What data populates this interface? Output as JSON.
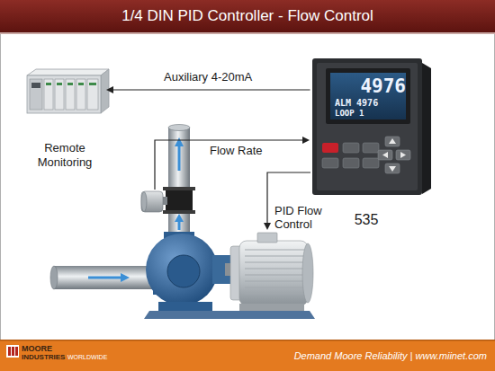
{
  "diagram": {
    "title": "1/4 DIN PID Controller - Flow Control",
    "nodes": [
      {
        "text": [
          "Remote Monitoring"
        ]
      },
      {
        "text": [
          "535"
        ]
      }
    ],
    "edges": [
      {
        "from": 1,
        "to": 0,
        "arrow": "to",
        "label": "Auxiliary 4-20mA"
      }
    ],
    "labels": [
      "4976",
      "ALM 4976",
      "LOOP 1",
      "Flow Rate",
      "PID Flow Control",
      "MOORE",
      "INDUSTRIES",
      "WORLDWIDE",
      "Demand Moore Reliability | www.miinet.com"
    ]
  }
}
